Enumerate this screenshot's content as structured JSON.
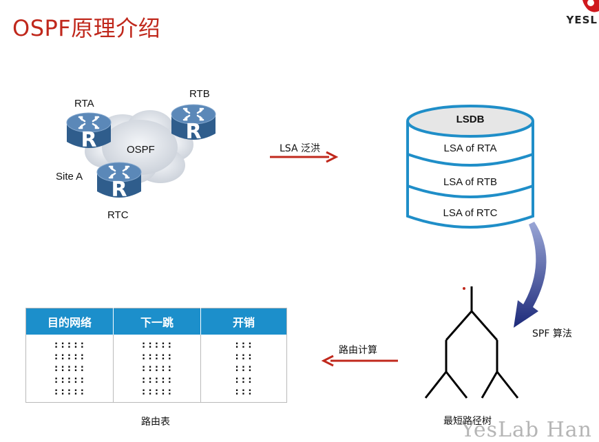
{
  "slide": {
    "title": "OSPF原理介绍",
    "logo_text": "YESL",
    "watermark": "YesLab Han"
  },
  "network": {
    "routers": [
      {
        "name": "RTA",
        "icon": "router-icon"
      },
      {
        "name": "RTB",
        "icon": "router-icon"
      },
      {
        "name": "RTC",
        "icon": "router-icon"
      }
    ],
    "cloud_label": "OSPF",
    "site_label": "Site A",
    "router_glyph": "R"
  },
  "flows": {
    "lsa_flood_label": "LSA 泛洪",
    "spf_label": "SPF 算法",
    "route_calc_label": "路由计算"
  },
  "lsdb": {
    "title": "LSDB",
    "entries": [
      "LSA of RTA",
      "LSA of RTB",
      "LSA of RTC"
    ]
  },
  "spt": {
    "label": "最短路径树"
  },
  "routing_table": {
    "headers": [
      "目的网络",
      "下一跳",
      "开销"
    ],
    "cells": [
      ":::::\n:::::\n:::::\n:::::\n:::::",
      ":::::\n:::::\n:::::\n:::::\n:::::",
      ":::\n:::\n:::\n:::\n:::"
    ],
    "label": "路由表"
  },
  "colors": {
    "title": "#c0281c",
    "arrow_red": "#c0281c",
    "spf_arrow": "#1d2a7a",
    "table_header": "#1c8fcb",
    "db_stroke": "#1f8ec8",
    "router_body": "#3f6fa0"
  }
}
